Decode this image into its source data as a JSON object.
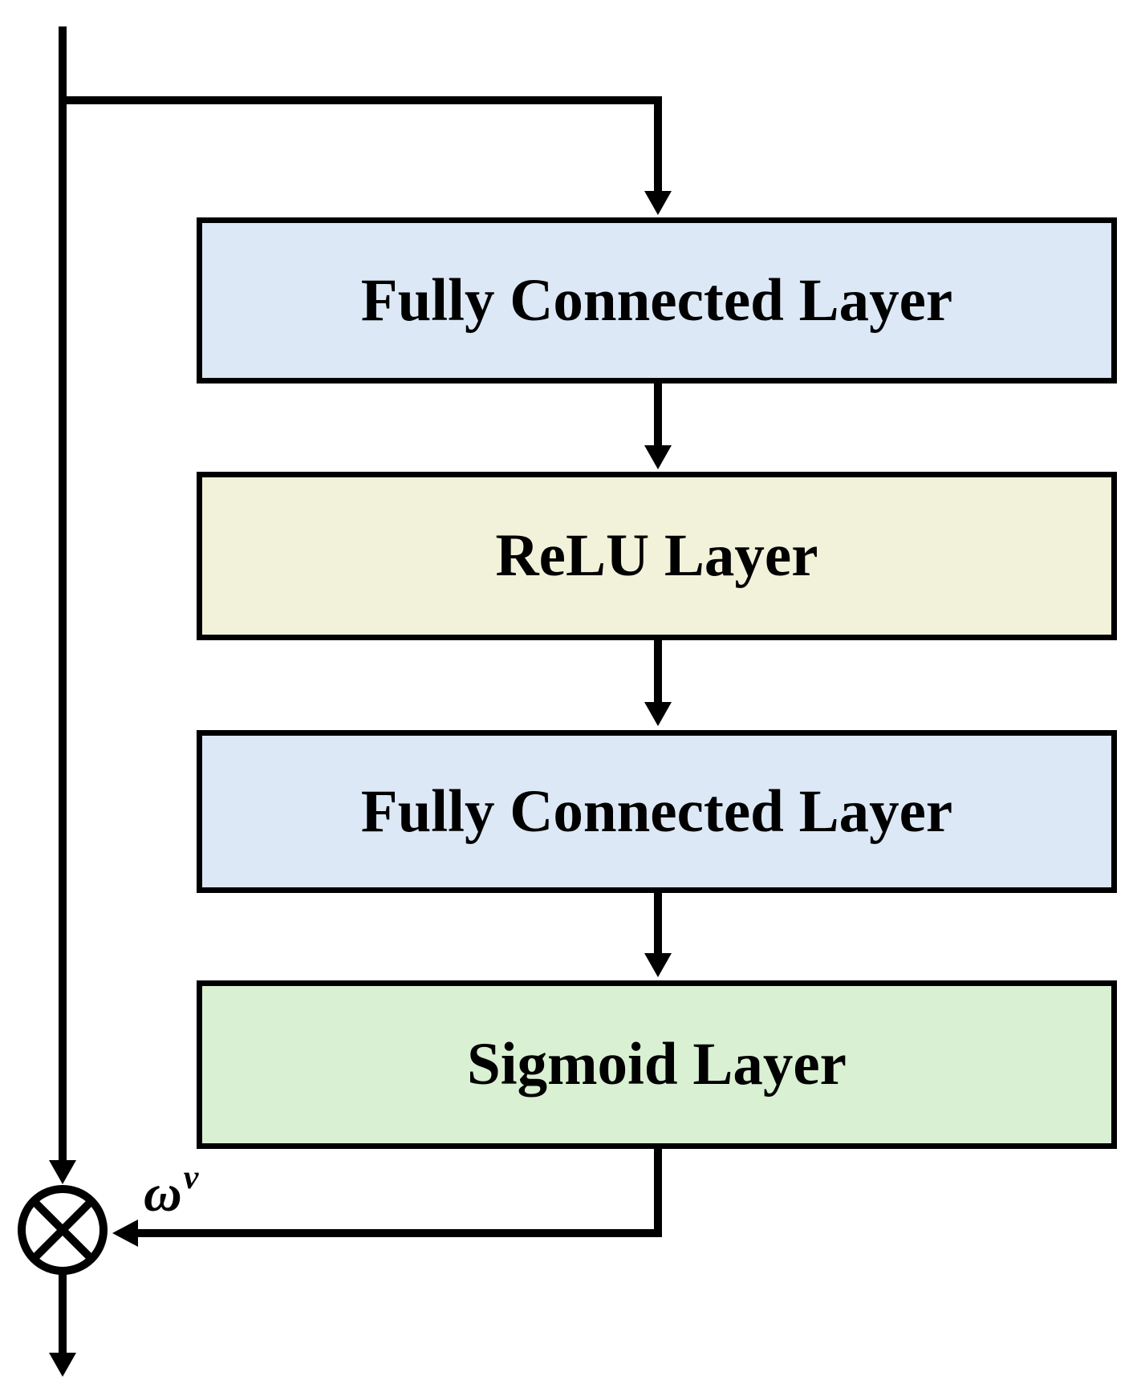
{
  "boxes": [
    {
      "label": "Fully Connected Layer",
      "fill": "#dce8f5"
    },
    {
      "label": "ReLU Layer",
      "fill": "#f1f2d9"
    },
    {
      "label": "Fully Connected Layer",
      "fill": "#dce8f5"
    },
    {
      "label": "Sigmoid Layer",
      "fill": "#d9f0d3"
    }
  ],
  "weight_label": {
    "base": "ω",
    "superscript": "v"
  },
  "multiply_node": {
    "symbol": "⊗"
  },
  "colors": {
    "line": "#000000",
    "box_border": "#000000",
    "background": "#ffffff"
  }
}
